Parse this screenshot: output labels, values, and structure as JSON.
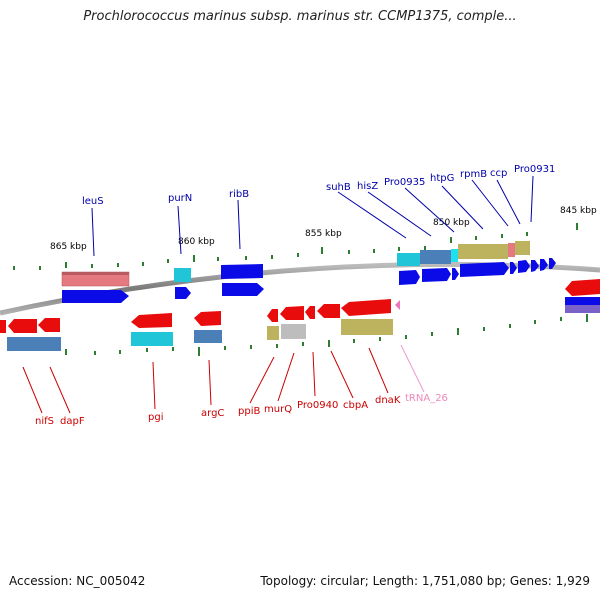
{
  "title": "Prochlorococcus marinus subsp. marinus str. CCMP1375, comple...",
  "footer": {
    "accession": "Accession: NC_005042",
    "summary": "Topology: circular; Length: 1,751,080 bp; Genes: 1,929"
  },
  "colors": {
    "backbone": "#888888",
    "tick": "#2e7d32",
    "forward_label": "#0000aa",
    "reverse_label": "#cc0000",
    "trna_label": "#ee88bb"
  },
  "scale_labels": [
    "865 kbp",
    "860 kbp",
    "855 kbp",
    "850 kbp",
    "845 kbp"
  ],
  "forward_labels": [
    "leuS",
    "purN",
    "ribB",
    "suhB",
    "hisZ",
    "Pro0935",
    "htpG",
    "rpmB",
    "ccp",
    "Pro0931"
  ],
  "reverse_labels": [
    "nifS",
    "dapF",
    "pgi",
    "argC",
    "ppiB",
    "murQ",
    "Pro0940",
    "cbpA",
    "dnaK",
    "tRNA_26"
  ]
}
